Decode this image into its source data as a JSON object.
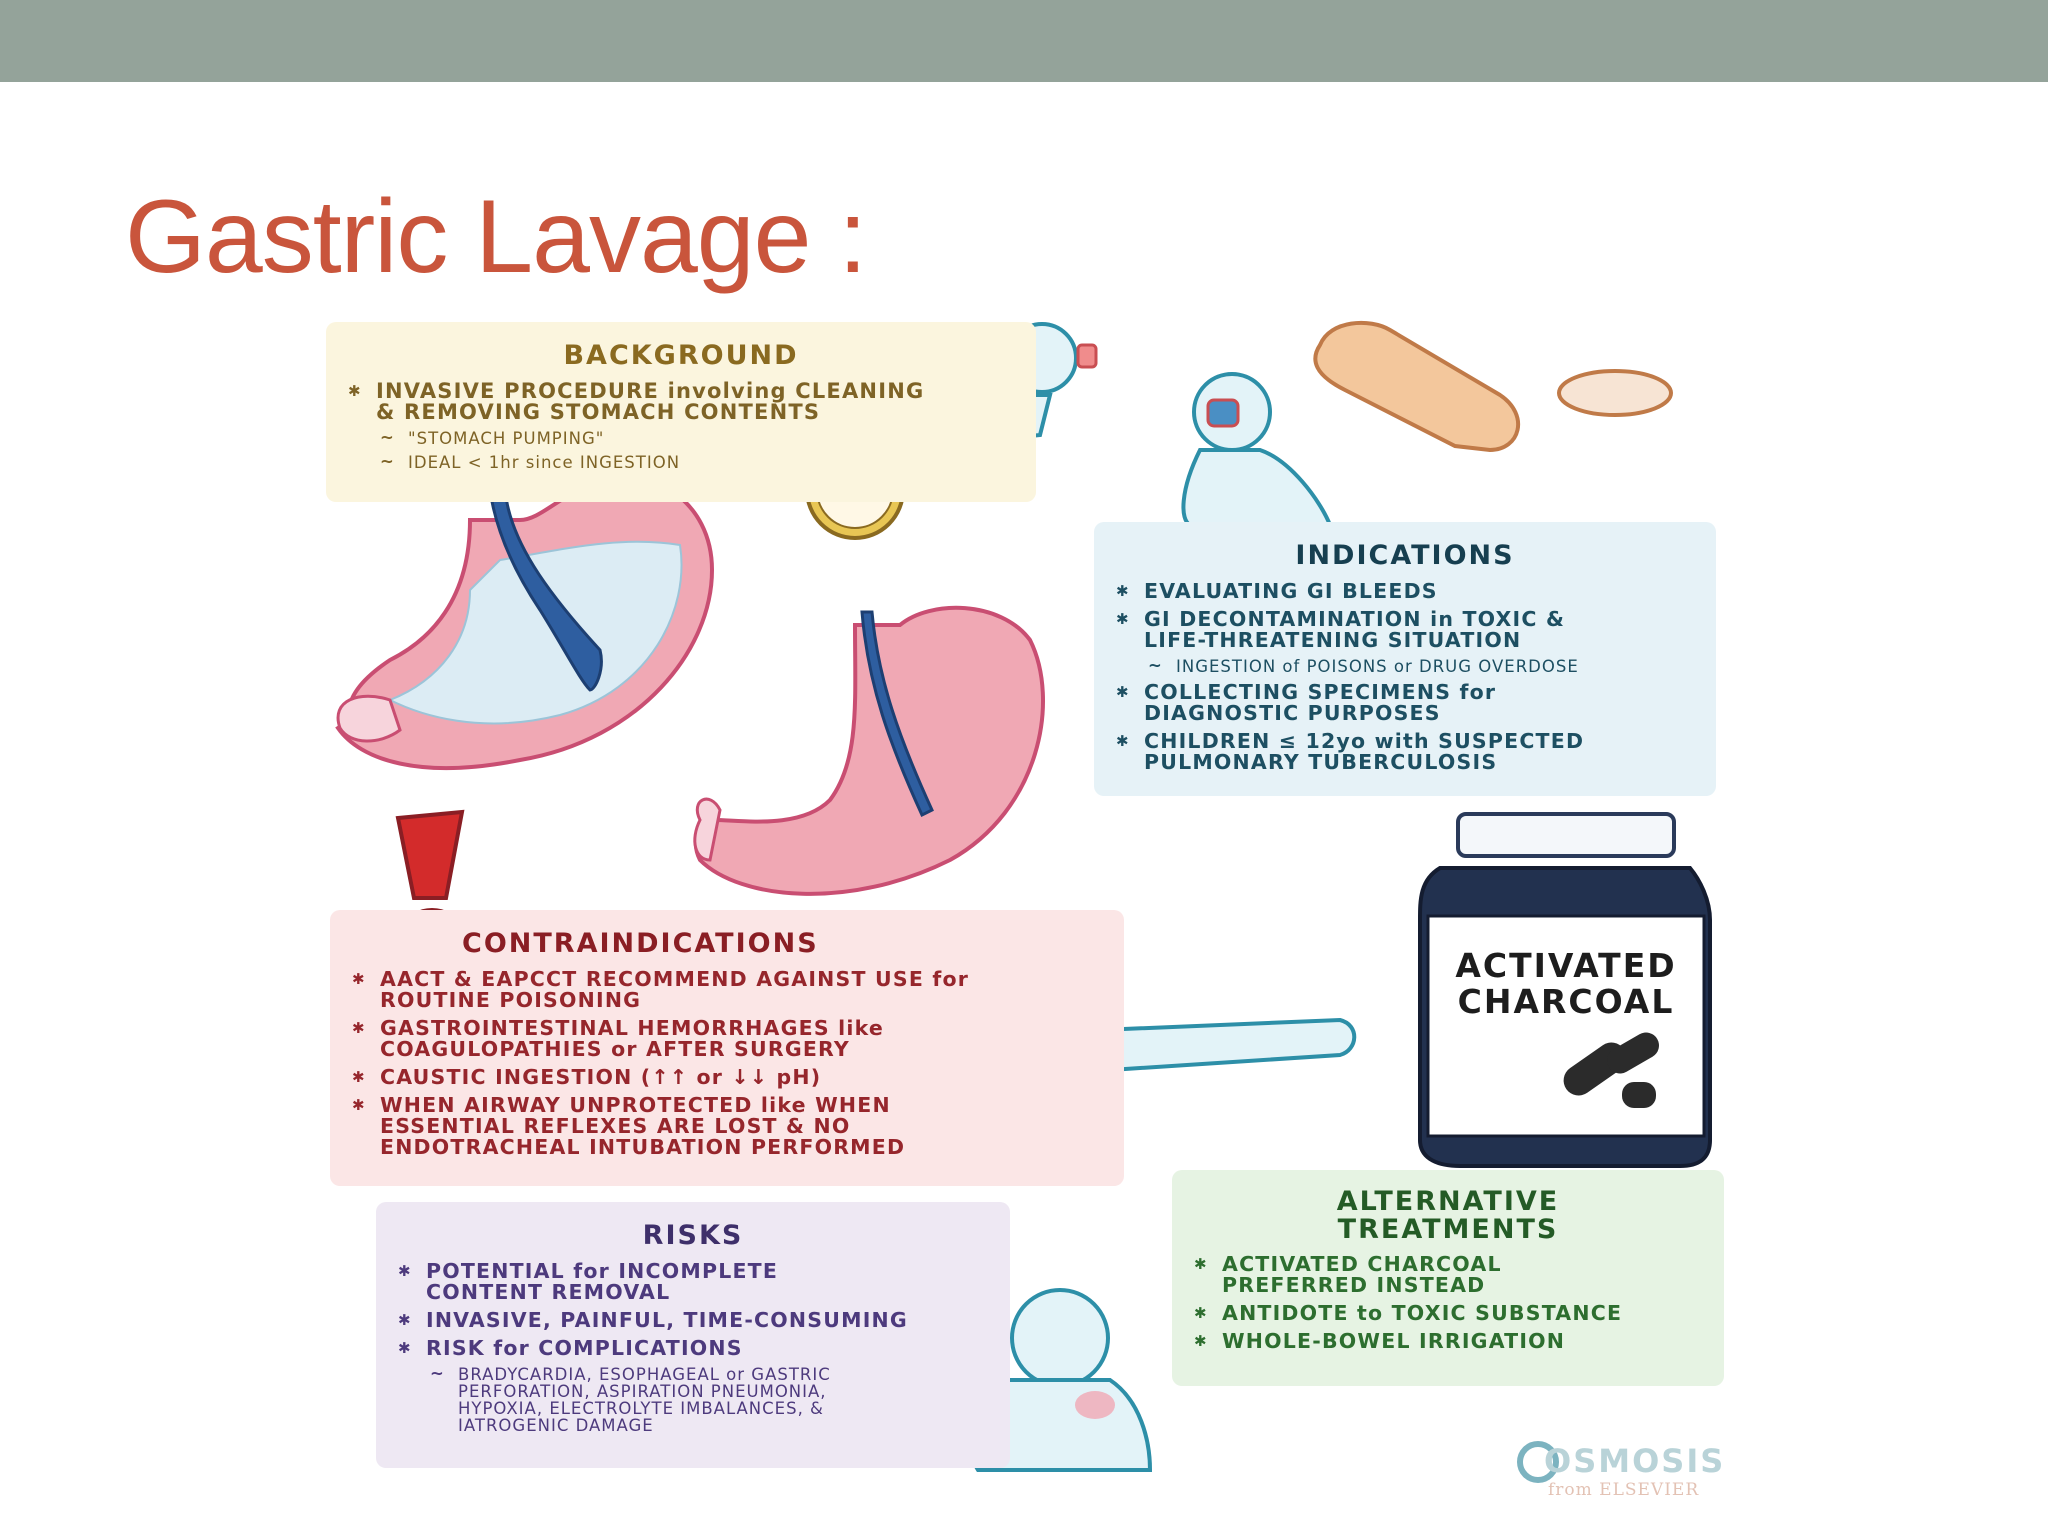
{
  "slide": {
    "title": "Gastric Lavage :"
  },
  "background": {
    "heading": "BACKGROUND",
    "items": [
      {
        "lines": [
          "INVASIVE PROCEDURE involving CLEANING",
          "& REMOVING STOMACH CONTENTS"
        ],
        "sub": [
          "\"STOMACH PUMPING\"",
          "IDEAL < 1hr since INGESTION"
        ]
      }
    ]
  },
  "indications": {
    "heading": "INDICATIONS",
    "items": [
      {
        "lines": [
          "EVALUATING GI BLEEDS"
        ]
      },
      {
        "lines": [
          "GI DECONTAMINATION in TOXIC &",
          "LIFE-THREATENING SITUATION"
        ],
        "sub": [
          "INGESTION of POISONS or DRUG OVERDOSE"
        ]
      },
      {
        "lines": [
          "COLLECTING SPECIMENS for",
          "DIAGNOSTIC PURPOSES"
        ]
      },
      {
        "lines": [
          "CHILDREN ≤ 12yo with SUSPECTED",
          "PULMONARY TUBERCULOSIS"
        ]
      }
    ]
  },
  "contraindications": {
    "heading": "CONTRAINDICATIONS",
    "items": [
      {
        "lines": [
          "AACT & EAPCCT RECOMMEND AGAINST USE for",
          "ROUTINE POISONING"
        ]
      },
      {
        "lines": [
          "GASTROINTESTINAL HEMORRHAGES like",
          "COAGULOPATHIES or AFTER SURGERY"
        ]
      },
      {
        "lines": [
          "CAUSTIC INGESTION (↑↑ or ↓↓ pH)"
        ]
      },
      {
        "lines": [
          "WHEN AIRWAY UNPROTECTED like WHEN",
          "ESSENTIAL REFLEXES ARE LOST & NO",
          "ENDOTRACHEAL INTUBATION PERFORMED"
        ]
      }
    ]
  },
  "risks": {
    "heading": "RISKS",
    "items": [
      {
        "lines": [
          "POTENTIAL for INCOMPLETE",
          "CONTENT REMOVAL"
        ]
      },
      {
        "lines": [
          "INVASIVE, PAINFUL, TIME-CONSUMING"
        ]
      },
      {
        "lines": [
          "RISK for COMPLICATIONS"
        ],
        "sub_lines": [
          "BRADYCARDIA, ESOPHAGEAL or GASTRIC",
          "PERFORATION, ASPIRATION PNEUMONIA,",
          "HYPOXIA, ELECTROLYTE IMBALANCES, &",
          "IATROGENIC DAMAGE"
        ]
      }
    ]
  },
  "alternatives": {
    "heading_lines": [
      "ALTERNATIVE",
      "TREATMENTS"
    ],
    "items": [
      {
        "lines": [
          "ACTIVATED CHARCOAL",
          "PREFERRED INSTEAD"
        ]
      },
      {
        "lines": [
          "ANTIDOTE to TOXIC SUBSTANCE"
        ]
      },
      {
        "lines": [
          "WHOLE-BOWEL IRRIGATION"
        ]
      }
    ]
  },
  "charcoal_jar": {
    "label_lines": [
      "ACTIVATED",
      "CHARCOAL"
    ]
  },
  "brand": {
    "name": "OSMOSIS",
    "sub": "from ELSEVIER"
  },
  "colors": {
    "title": "#c9553c",
    "topbar": "#94a39a",
    "background": "#fbf5de",
    "indications": "#e6f2f7",
    "contraindications": "#fbe6e6",
    "risks": "#eee8f3",
    "alternatives": "#e6f3e3"
  }
}
